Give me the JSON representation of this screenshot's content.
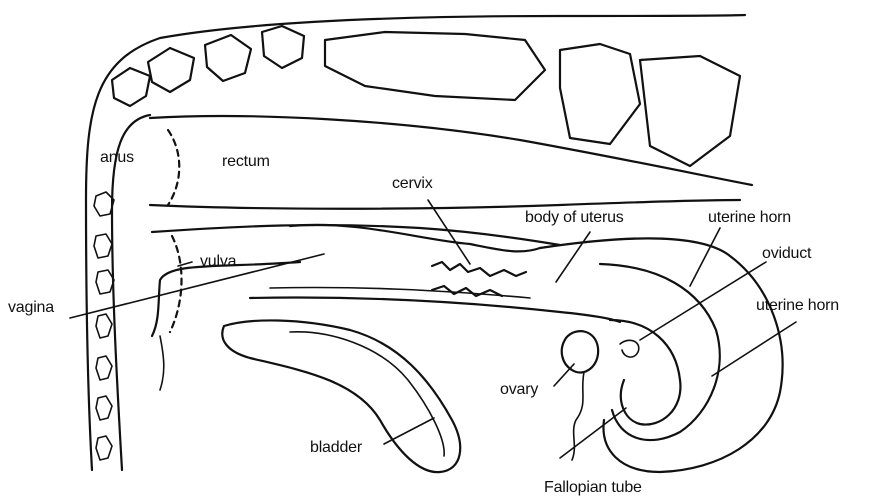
{
  "labels": {
    "anus": "anus",
    "rectum": "rectum",
    "cervix": "cervix",
    "body_of_uterus": "body of uterus",
    "uterine_horn_upper": "uterine horn",
    "vulva": "vulva",
    "oviduct": "oviduct",
    "vagina": "vagina",
    "uterine_horn_lower": "uterine horn",
    "ovary": "ovary",
    "bladder": "bladder",
    "fallopian_tube": "Fallopian tube"
  },
  "colors": {
    "line": "#111111",
    "background": "#ffffff"
  }
}
